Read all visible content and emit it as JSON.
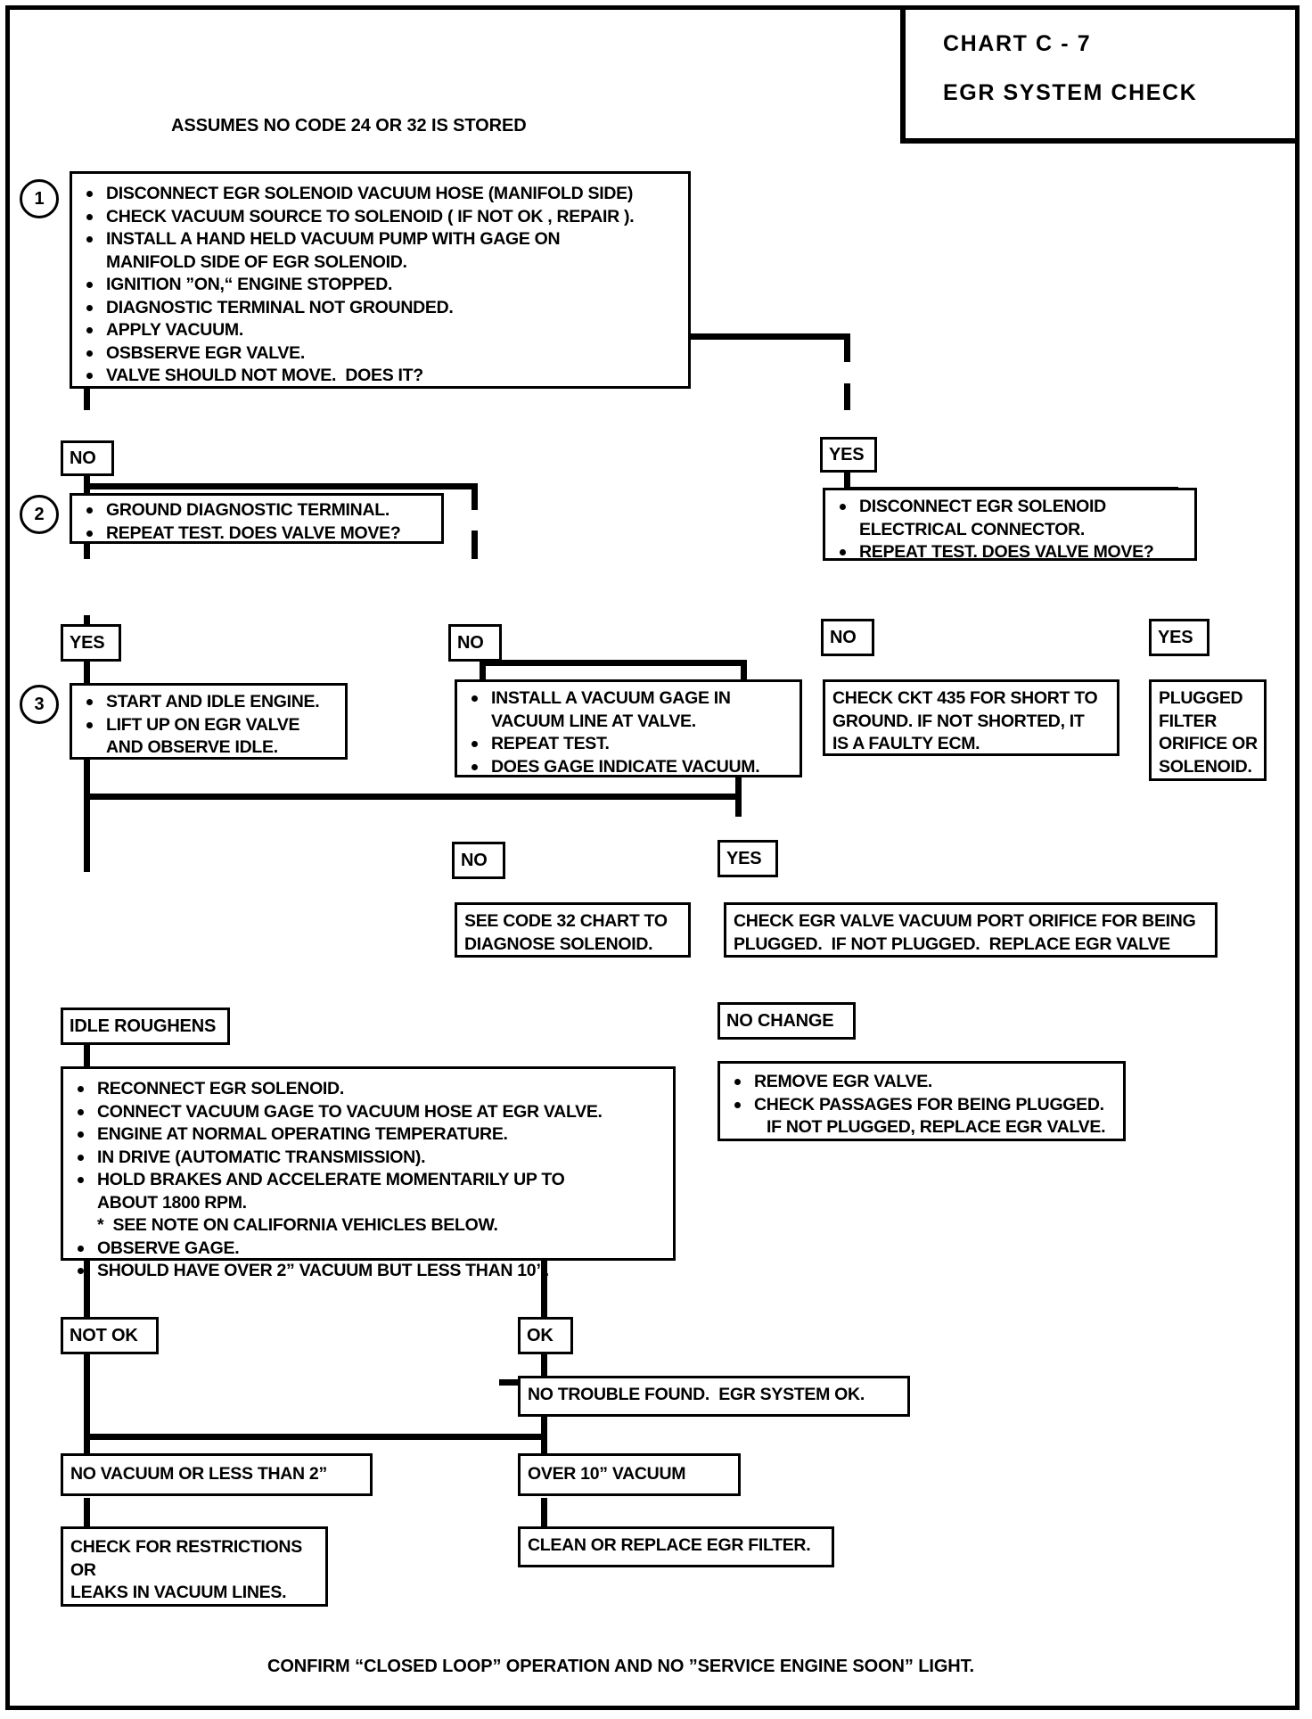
{
  "title_block": {
    "chart_id": "CHART  C - 7",
    "chart_name": "EGR  SYSTEM  CHECK"
  },
  "assumption": "ASSUMES NO CODE 24 OR 32 IS STORED",
  "footer": "CONFIRM “CLOSED LOOP” OPERATION AND NO ”SERVICE ENGINE SOON” LIGHT.",
  "steps": {
    "one": "1",
    "two": "2",
    "three": "3"
  },
  "box1": {
    "lines": [
      "DISCONNECT EGR SOLENOID VACUUM HOSE (MANIFOLD SIDE)",
      "CHECK VACUUM SOURCE TO SOLENOID ( IF NOT OK , REPAIR ).",
      "INSTALL A HAND HELD VACUUM PUMP WITH GAGE ON",
      "MANIFOLD SIDE OF EGR SOLENOID.",
      "IGNITION ”ON,“ ENGINE STOPPED.",
      "DIAGNOSTIC TERMINAL NOT GROUNDED.",
      "APPLY VACUUM.",
      "OSBSERVE EGR VALVE.",
      "VALVE SHOULD NOT MOVE.  DOES IT?"
    ]
  },
  "box2": {
    "lines": [
      "GROUND DIAGNOSTIC TERMINAL.",
      "REPEAT TEST. DOES VALVE MOVE?"
    ]
  },
  "box_disconnect_connector": {
    "lines": [
      "DISCONNECT EGR SOLENOID",
      "ELECTRICAL CONNECTOR.",
      "REPEAT TEST. DOES VALVE MOVE?"
    ]
  },
  "box3": {
    "lines": [
      "START AND IDLE ENGINE.",
      "LIFT UP ON EGR VALVE",
      "AND OBSERVE IDLE."
    ]
  },
  "box_vacuum_gage": {
    "lines": [
      "INSTALL A VACUUM GAGE IN",
      "VACUUM LINE AT VALVE.",
      "REPEAT TEST.",
      "DOES GAGE INDICATE VACUUM."
    ]
  },
  "box_ckt435": {
    "lines": [
      "CHECK CKT 435 FOR SHORT TO",
      "GROUND. IF NOT SHORTED, IT",
      "IS A FAULTY ECM."
    ]
  },
  "box_plugged_filter": {
    "lines": [
      "PLUGGED",
      "FILTER",
      "ORIFICE OR",
      "SOLENOID."
    ]
  },
  "box_code32": {
    "lines": [
      "SEE CODE 32 CHART TO",
      "DIAGNOSE SOLENOID."
    ]
  },
  "box_port_orifice": {
    "lines": [
      "CHECK EGR VALVE VACUUM PORT ORIFICE FOR BEING",
      "PLUGGED.  IF NOT PLUGGED.  REPLACE EGR VALVE"
    ]
  },
  "box_reconnect": {
    "lines": [
      "RECONNECT EGR SOLENOID.",
      "CONNECT VACUUM GAGE TO VACUUM HOSE AT EGR VALVE.",
      "ENGINE AT NORMAL OPERATING TEMPERATURE.",
      "IN DRIVE (AUTOMATIC TRANSMISSION).",
      "HOLD BRAKES AND ACCELERATE MOMENTARILY UP TO",
      "ABOUT 1800 RPM.",
      "*  SEE NOTE ON CALIFORNIA VEHICLES BELOW.",
      "OBSERVE GAGE.",
      "SHOULD HAVE OVER 2” VACUUM BUT LESS THAN 10”."
    ]
  },
  "box_remove_valve": {
    "lines": [
      "REMOVE EGR VALVE.",
      "CHECK PASSAGES FOR BEING PLUGGED.",
      "IF NOT PLUGGED, REPLACE EGR VALVE."
    ]
  },
  "box_no_trouble": {
    "lines": [
      "NO TROUBLE FOUND.  EGR SYSTEM OK."
    ]
  },
  "box_no_vacuum": {
    "lines": [
      "NO VACUUM OR LESS THAN 2”"
    ]
  },
  "box_over10": {
    "lines": [
      "OVER 10” VACUUM"
    ]
  },
  "box_restrictions": {
    "lines": [
      "CHECK FOR RESTRICTIONS",
      "OR",
      "LEAKS IN VACUUM LINES."
    ]
  },
  "box_clean_filter": {
    "lines": [
      "CLEAN OR REPLACE EGR FILTER."
    ]
  },
  "tags": {
    "no_1": "NO",
    "yes_1": "YES",
    "yes_2": "YES",
    "no_2": "NO",
    "no_3": "NO",
    "yes_3": "YES",
    "no_4": "NO",
    "yes_4": "YES",
    "idle_roughens": "IDLE ROUGHENS",
    "no_change": "NO CHANGE",
    "not_ok": "NOT OK",
    "ok": "OK"
  },
  "colors": {
    "ink": "#000000",
    "paper": "#ffffff"
  }
}
